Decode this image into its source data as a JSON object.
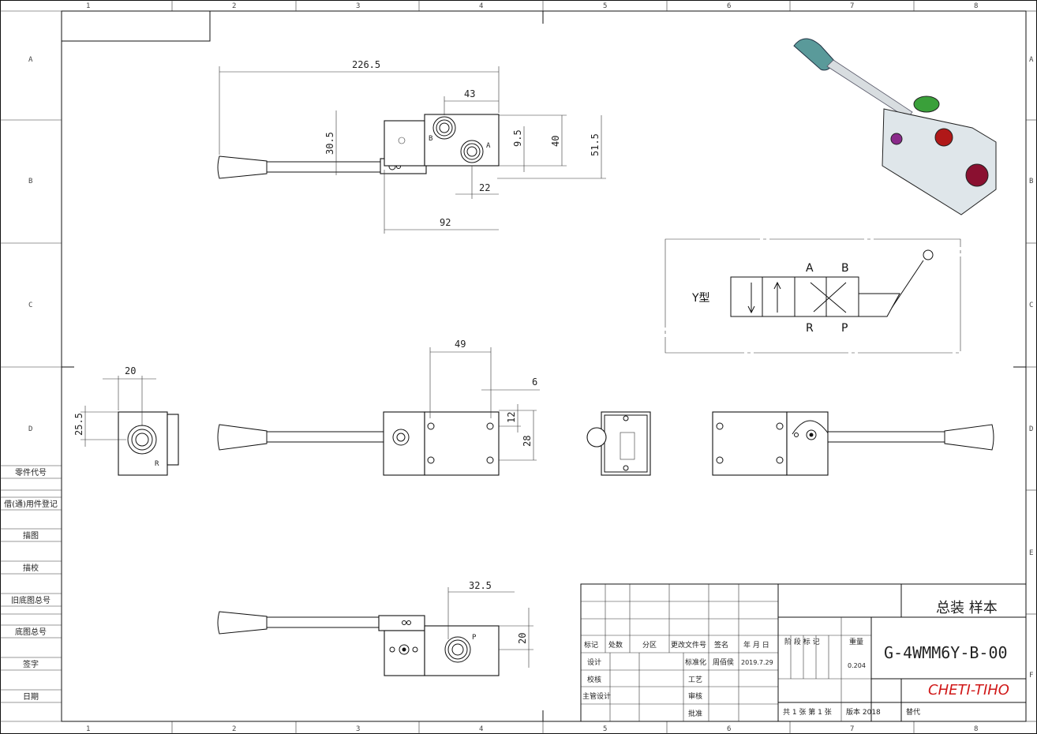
{
  "grid": {
    "columns": [
      "1",
      "2",
      "3",
      "4",
      "5",
      "6",
      "7",
      "8"
    ],
    "rows": [
      "A",
      "B",
      "C",
      "D",
      "E",
      "F"
    ]
  },
  "side_table": [
    "零件代号",
    "借(通)用件登记",
    "描图",
    "描校",
    "旧底图总号",
    "底图总号",
    "签字",
    "日期"
  ],
  "dimensions": {
    "top_view": {
      "overall": "226.5",
      "d43": "43",
      "d30_5": "30.5",
      "d9_5": "9.5",
      "d40": "40",
      "d51_5": "51.5",
      "d22": "22",
      "d92": "92",
      "port_b": "B",
      "port_a": "A"
    },
    "front_view": {
      "d49": "49",
      "d6": "6",
      "d12": "12",
      "d28": "28"
    },
    "left_view": {
      "d20": "20",
      "d25_5": "25.5",
      "port_r": "R"
    },
    "bottom_view": {
      "d32_5": "32.5",
      "d20": "20",
      "port_p": "P"
    }
  },
  "symbol": {
    "type_label": "Y型",
    "a": "A",
    "b": "B",
    "r": "R",
    "p": "P"
  },
  "title_block": {
    "rev_headers": [
      "标记",
      "处数",
      "分区",
      "更改文件号",
      "签名",
      "年 月 日"
    ],
    "design": "设计",
    "standard": "标准化",
    "designer": "周佰侯",
    "date": "2019.7.29",
    "check": "校核",
    "process": "工艺",
    "chief": "主管设计",
    "review": "审核",
    "approve": "批准",
    "stage_mark": "阶 段 标 记",
    "weight_label": "重量",
    "weight_value": "0.204",
    "title": "总装 样本",
    "drawing_no": "G-4WMM6Y-B-00",
    "brand": "CHETI-TIHO",
    "sheets": "共 1 张   第 1 张",
    "version": "版本 2018",
    "replace": "替代"
  },
  "colors": {
    "brand": "#d01818",
    "line": "#111111"
  }
}
